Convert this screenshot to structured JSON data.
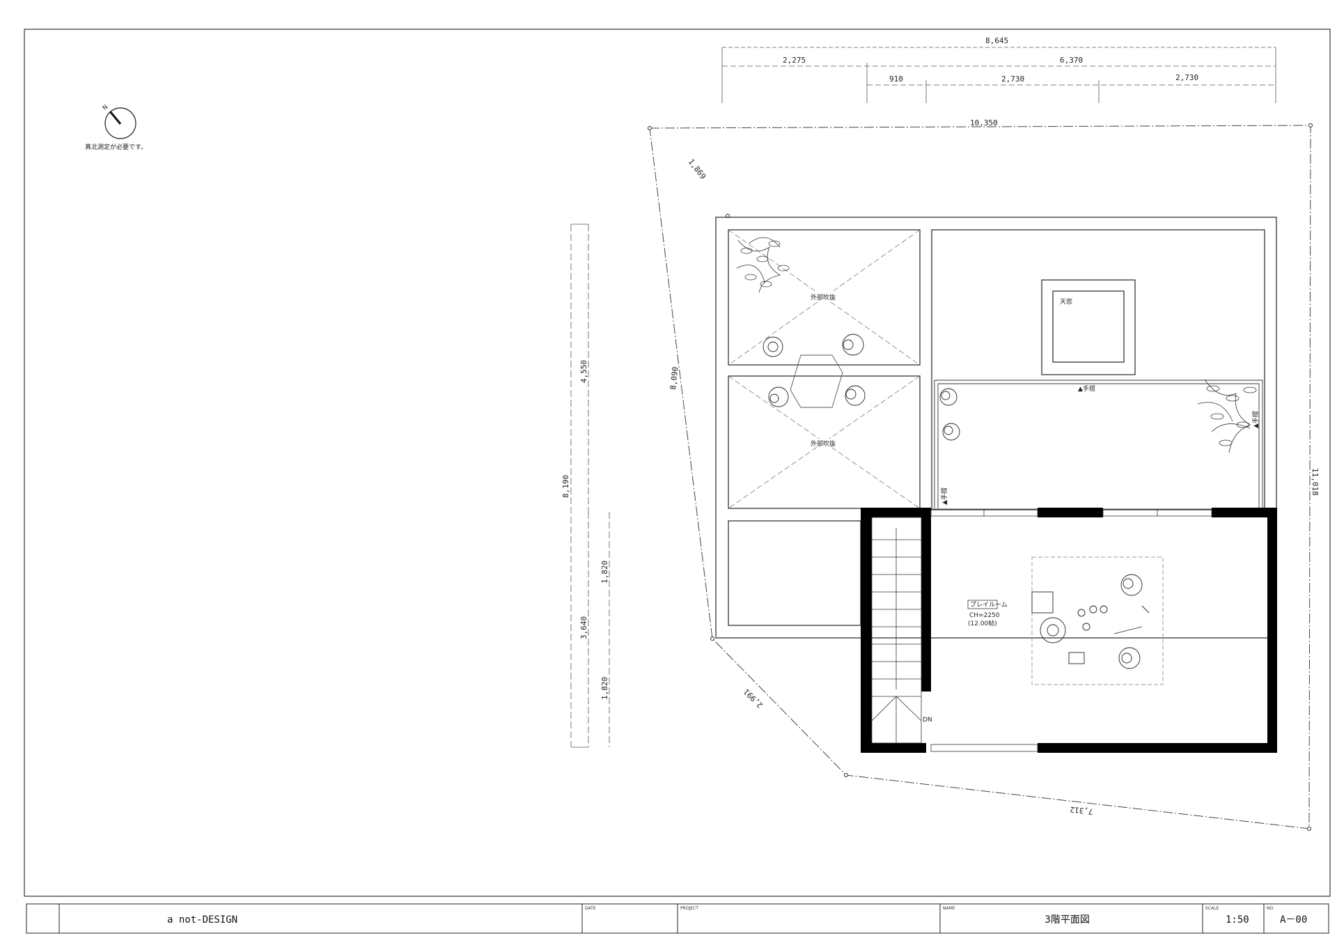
{
  "compass": {
    "north_letter": "N",
    "note": "真北測定が必要です。"
  },
  "dimensions": {
    "top_total": "8,645",
    "top_left": "2,275",
    "top_right": "6,370",
    "top_sub_1": "910",
    "top_sub_2": "2,730",
    "top_sub_3": "2,730",
    "left_total": "8,190",
    "left_upper": "4,550",
    "left_lower": "3,640",
    "left_lower_a": "1,820",
    "left_lower_b": "1,820"
  },
  "site": {
    "top_edge": "10,350",
    "upper_left_edge": "1,869",
    "left_edge": "8,090",
    "lower_left_edge": "2,991",
    "bottom_edge": "7,312",
    "right_edge": "11,018"
  },
  "rooms": {
    "exterior_1": "外部吹抜",
    "exterior_2": "外部吹抜",
    "skylight": "天窓",
    "handrail_top": "▲手摺",
    "handrail_left": "▲手摺",
    "handrail_right": "▲手摺",
    "playroom_name": "プレイルーム",
    "playroom_ch": "CH=2250",
    "playroom_size": "(12.00帖)",
    "stair_dn": "DN"
  },
  "title_block": {
    "company": "a not-DESIGN",
    "date_label": "DATE",
    "project_label": "PROJECT",
    "name_label": "NAME",
    "drawing_name": "3階平面図",
    "scale_label": "SCALE",
    "scale": "1:50",
    "no_label": "NO.",
    "number": "A－00"
  }
}
